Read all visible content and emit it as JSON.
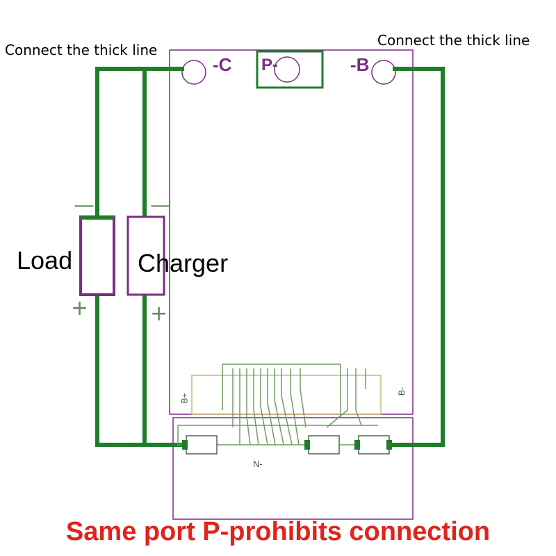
{
  "notes": {
    "left": "Connect the thick line",
    "right": "Connect the thick line"
  },
  "devices": {
    "load": "Load",
    "charger": "Charger"
  },
  "signs": {
    "minus": "—",
    "plus": "+"
  },
  "board": {
    "port_c": "-C",
    "port_p": "P-",
    "port_b": "-B",
    "pin_b_plus": "B+",
    "pin_b_minus": "B-",
    "lower_mark": "N-"
  },
  "warning": "Same port P-prohibits connection",
  "colors": {
    "wire": "#1f7d2a",
    "board_outline": "#7a2d86",
    "trace": "#6f9d60",
    "warning": "#e0241c"
  }
}
